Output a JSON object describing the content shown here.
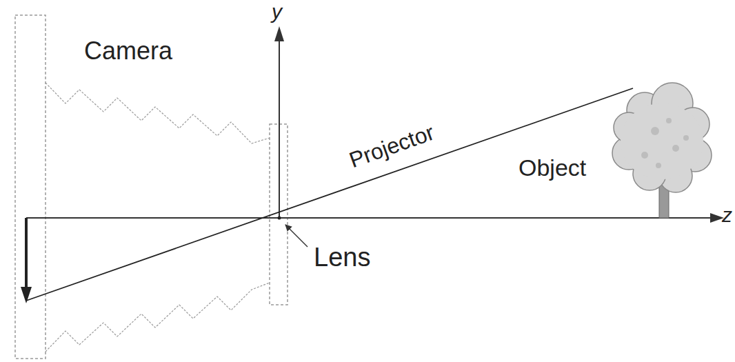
{
  "diagram": {
    "labels": [
      "y",
      "Camera",
      "Projector",
      "Object",
      "z",
      "Lens"
    ]
  }
}
